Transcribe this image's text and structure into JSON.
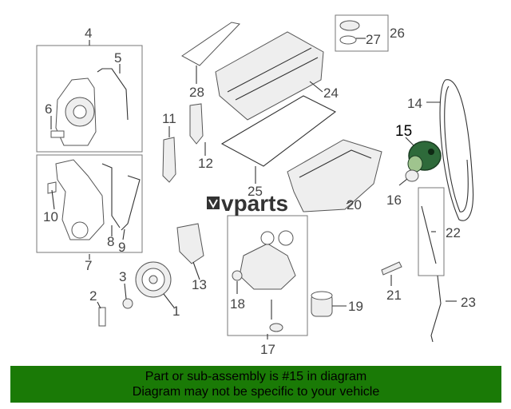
{
  "diagram": {
    "highlight_part": "15",
    "watermark": "vparts",
    "callouts": [
      "1",
      "2",
      "3",
      "4",
      "5",
      "6",
      "7",
      "8",
      "9",
      "10",
      "11",
      "12",
      "13",
      "14",
      "15",
      "16",
      "17",
      "18",
      "19",
      "20",
      "21",
      "22",
      "23",
      "24",
      "25",
      "26",
      "27",
      "28"
    ]
  },
  "footer": {
    "line1": "Part or sub-assembly is #15 in diagram",
    "line2": "Diagram may not be specific to your vehicle",
    "background": "#1a7a06"
  }
}
